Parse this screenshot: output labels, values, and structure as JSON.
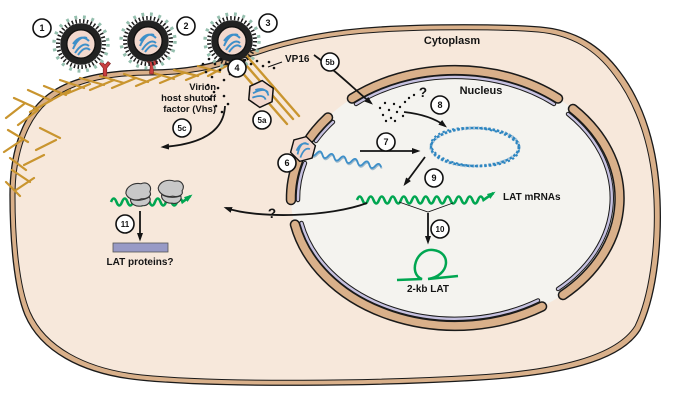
{
  "labels": {
    "cytoplasm": "Cytoplasm",
    "nucleus": "Nucleus",
    "vp16": "VP16",
    "vhs_line1": "Virion",
    "vhs_line2": "host shutoff",
    "vhs_line3": "factor (Vhs)",
    "lat_mrnas": "LAT mRNAs",
    "two_kb_lat": "2-kb LAT",
    "lat_proteins": "LAT proteins?",
    "question_vp16_entry": "?",
    "question_mrna_export": "?"
  },
  "steps": [
    {
      "label": "1"
    },
    {
      "label": "2"
    },
    {
      "label": "3"
    },
    {
      "label": "4"
    },
    {
      "label": "5a"
    },
    {
      "label": "5b"
    },
    {
      "label": "5c"
    },
    {
      "label": "6"
    },
    {
      "label": "7"
    },
    {
      "label": "8"
    },
    {
      "label": "9"
    },
    {
      "label": "10"
    },
    {
      "label": "11"
    }
  ],
  "colors": {
    "cell_interior": "#f7e8db",
    "membrane_tan": "#d9b08a",
    "nucleus_interior": "#f4f3ef",
    "envelope_lavender": "#c6c1e0",
    "viral_dna_blue": "#3d8fc9",
    "lat_green": "#00a651",
    "matrix_gold": "#c9952f",
    "receptor_red": "#c94040",
    "capsid_pink": "#f2d8ce",
    "ribosome_gray": "#c8c8c8",
    "lat_protein_bar": "#989ac6",
    "outline_black": "#1a1a1a"
  }
}
